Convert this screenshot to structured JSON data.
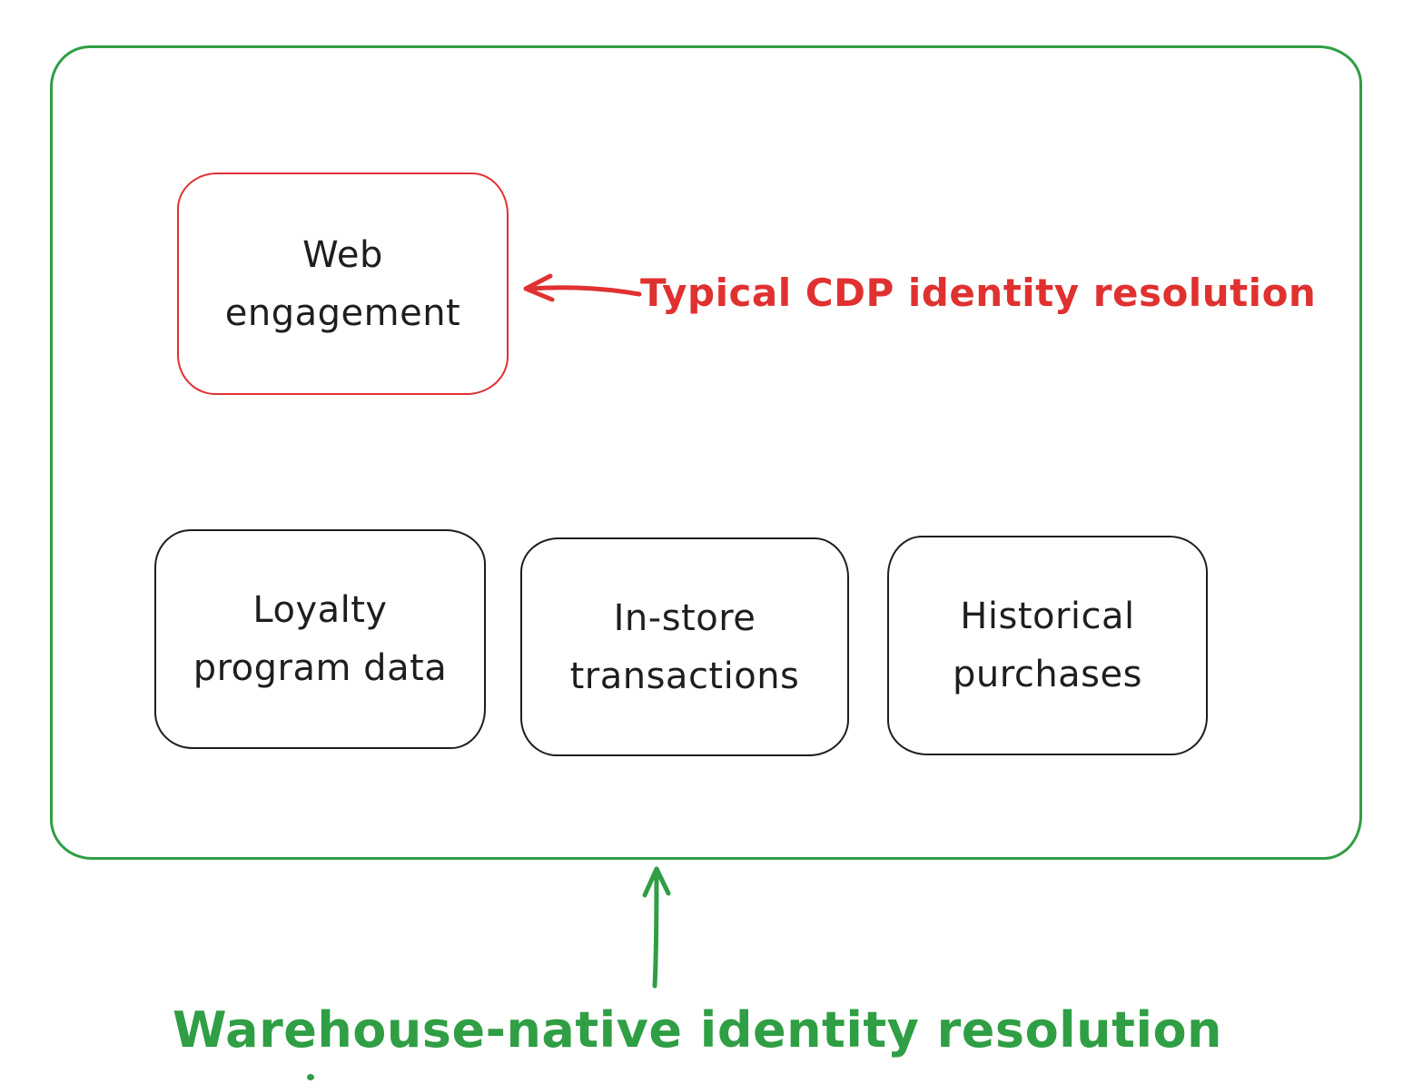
{
  "colors": {
    "container_green": "#2f9e44",
    "annotation_red": "#e03131",
    "ink_black": "#1e1e1e",
    "background": "#ffffff"
  },
  "web_engagement_box": {
    "line1": "Web",
    "line2": "engagement"
  },
  "cdp_annotation": {
    "text": "Typical CDP identity resolution",
    "arrow_icon": "left-arrow"
  },
  "source_boxes": [
    {
      "line1": "Loyalty",
      "line2": "program data"
    },
    {
      "line1": "In-store",
      "line2": "transactions"
    },
    {
      "line1": "Historical",
      "line2": "purchases"
    }
  ],
  "warehouse_annotation": {
    "text": "Warehouse-native identity resolution",
    "arrow_icon": "up-arrow"
  }
}
